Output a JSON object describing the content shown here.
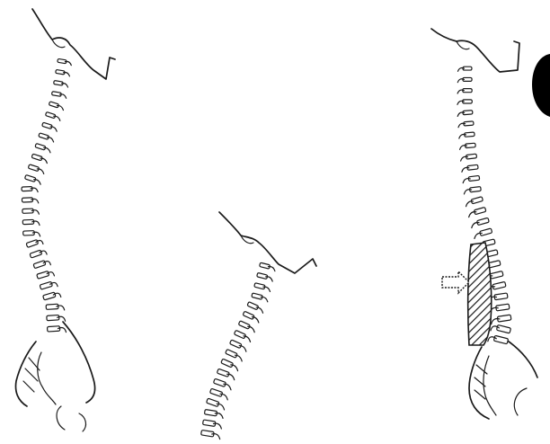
{
  "figure": {
    "panels": [
      {
        "name": "spine-left",
        "curvature": "normal"
      },
      {
        "name": "spine-middle",
        "curvature": "normal"
      },
      {
        "name": "spine-right",
        "curvature": "normal",
        "support": "lumbar-pad",
        "indicator": "arrow-right"
      }
    ],
    "colors": {
      "ink": "#1a1a1a",
      "paper": "#ffffff",
      "marker": "#000000"
    }
  }
}
